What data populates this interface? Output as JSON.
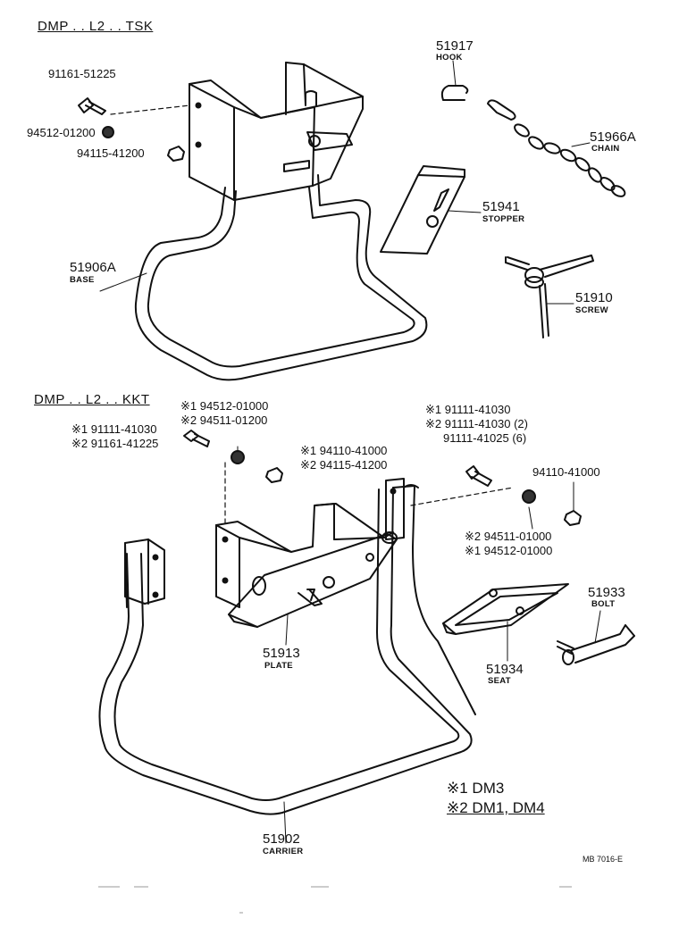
{
  "sections": {
    "tsk": "DMP . . L2 . . TSK",
    "kkt": "DMP . . L2 . . KKT"
  },
  "tsk_parts": {
    "bolt": "91161-51225",
    "washer": "94512-01200",
    "nut": "94115-41200",
    "base_no": "51906A",
    "base_name": "BASE",
    "hook_no": "51917",
    "hook_name": "HOOK",
    "chain_no": "51966A",
    "chain_name": "CHAIN",
    "stopper_no": "51941",
    "stopper_name": "STOPPER",
    "screw_no": "51910",
    "screw_name": "SCREW"
  },
  "kkt_parts": {
    "washer_l1": "※1 94512-01000",
    "washer_l2": "※2 94511-01200",
    "bolt_l1": "※1 91111-41030",
    "bolt_l2": "※2 91161-41225",
    "nut_l1": "※1 94110-41000",
    "nut_l2": "※2 94115-41200",
    "rbolt_l1": "※1 91111-41030",
    "rbolt_l2": "※2 91111-41030 (2)",
    "rbolt_l3": "91111-41025 (6)",
    "rnut": "94110-41000",
    "rwasher_l1": "※2 94511-01000",
    "rwasher_l2": "※1 94512-01000",
    "plate_no": "51913",
    "plate_name": "PLATE",
    "bolt_no": "51933",
    "bolt_name": "BOLT",
    "seat_no": "51934",
    "seat_name": "SEAT",
    "carrier_no": "51902",
    "carrier_name": "CARRIER"
  },
  "legend": {
    "line1": "※1 DM3",
    "line2": "※2 DM1, DM4"
  },
  "drawing_code": "MB 7016-E"
}
